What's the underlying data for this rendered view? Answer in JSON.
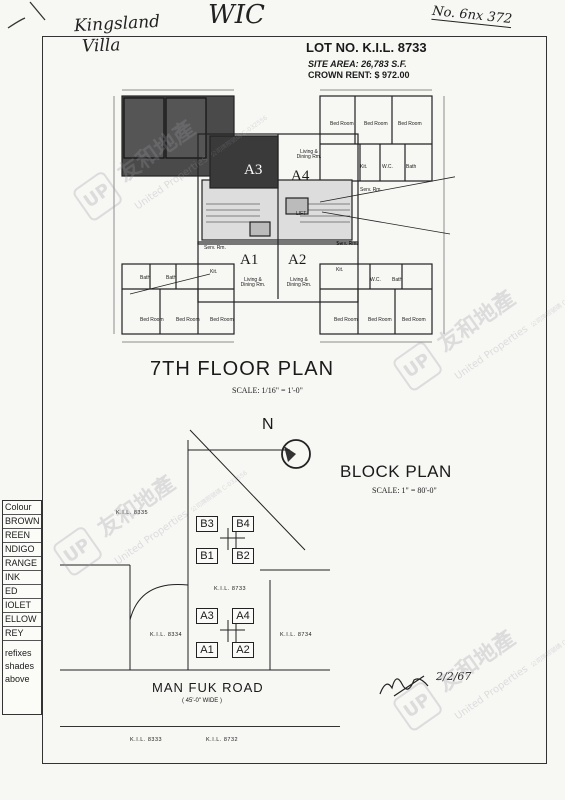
{
  "handwriting": {
    "name_line1": "Kingsland",
    "name_line2": "Villa",
    "top_mark": "WIC",
    "ref_number": "No. 6nx 372",
    "date": "2/2/67"
  },
  "title_block": {
    "lot": "LOT NO. K.I.L. 8733",
    "site_area": "SITE AREA: 26,783 S.F.",
    "crown_rent": "CROWN RENT: $ 972.00"
  },
  "floor_plan": {
    "title": "7TH FLOOR PLAN",
    "scale": "SCALE: 1/16\" = 1'-0\"",
    "units": [
      "A3",
      "A4",
      "A1",
      "A2"
    ],
    "room_labels": {
      "bed_room": "Bed Room",
      "living": "Living & Dining Rm.",
      "kit": "Kit.",
      "bath": "Bath",
      "wc": "W.C.",
      "serv": "Serv. Rm.",
      "lift": "LIFT"
    }
  },
  "block_plan": {
    "title": "BLOCK PLAN",
    "scale": "SCALE: 1\" = 80'-0\"",
    "north": "N",
    "blocks": [
      "B3",
      "B4",
      "B1",
      "B2",
      "A3",
      "A4",
      "A1",
      "A2"
    ],
    "lots": {
      "top_left": "K.I.L. 8335",
      "center": "K.I.L. 8733",
      "left": "K.I.L. 8334",
      "right": "K.I.L. 8734",
      "bottom_left": "K.I.L. 8333",
      "bottom_right": "K.I.L. 8732"
    },
    "road": "MAN FUK ROAD",
    "road_width": "( 45'-0\" WIDE )"
  },
  "legend": {
    "items": [
      "Colour",
      "BROWN",
      "REEN",
      "NDIGO",
      "RANGE",
      "INK",
      "ED",
      "IOLET",
      "ELLOW",
      "REY",
      "refixes",
      "shades",
      "above"
    ]
  },
  "watermark": {
    "cn": "友和地產",
    "en": "United Properties",
    "license": "公司牌照號碼 C-032556",
    "logo": "UP"
  }
}
